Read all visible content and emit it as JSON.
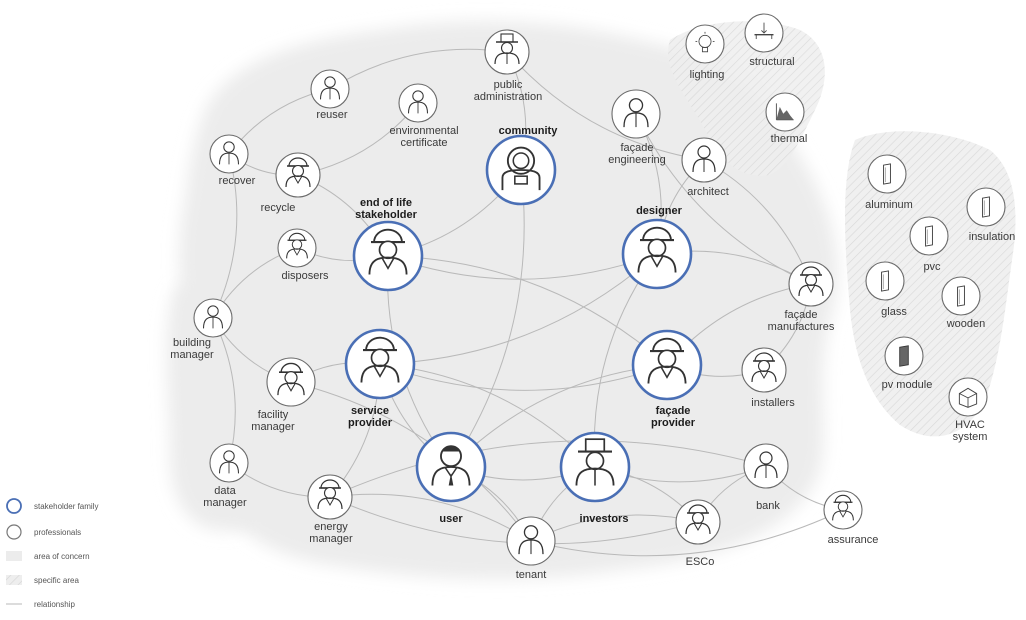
{
  "colors": {
    "family_ring": "#4a6fb5",
    "professional_ring": "#6b6b6b",
    "concern_area": "#ececec",
    "relationship_line": "#b9b9b9",
    "text": "#3a3a3a"
  },
  "legend": {
    "stakeholder_family": "stakeholder family",
    "professionals": "professionals",
    "area_of_concern": "area of concern",
    "specific_area": "specific area",
    "relationship": "relationship"
  },
  "families": [
    {
      "id": "community",
      "lines": [
        "community"
      ],
      "icon": "astronaut-person-icon"
    },
    {
      "id": "end-of-life",
      "lines": [
        "end of life",
        "stakeholder"
      ],
      "icon": "worker-with-hardhat-icon"
    },
    {
      "id": "designer",
      "lines": [
        "designer"
      ],
      "icon": "engineer-with-hardhat-icon"
    },
    {
      "id": "service-provider",
      "lines": [
        "service",
        "provider"
      ],
      "icon": "technician-icon"
    },
    {
      "id": "facade-provider",
      "lines": [
        "façade",
        "provider"
      ],
      "icon": "builder-icon"
    },
    {
      "id": "user",
      "lines": [
        "user"
      ],
      "icon": "businessman-icon"
    },
    {
      "id": "investors",
      "lines": [
        "investors"
      ],
      "icon": "investor-with-hat-icon"
    }
  ],
  "professionals": [
    {
      "id": "public-administration",
      "lines": [
        "public",
        "administration"
      ],
      "icon": "official-icon"
    },
    {
      "id": "reuser",
      "lines": [
        "reuser"
      ],
      "icon": "woman-icon"
    },
    {
      "id": "environmental-certificate",
      "lines": [
        "environmental",
        "certificate"
      ],
      "icon": "inspector-icon"
    },
    {
      "id": "recover",
      "lines": [
        "recover"
      ],
      "icon": "chef-icon"
    },
    {
      "id": "recycle",
      "lines": [
        "recycle"
      ],
      "icon": "bearded-worker-icon"
    },
    {
      "id": "disposers",
      "lines": [
        "disposers"
      ],
      "icon": "worker-icon"
    },
    {
      "id": "facade-engineering",
      "lines": [
        "façade",
        "engineering"
      ],
      "icon": "woman-engineer-icon"
    },
    {
      "id": "architect",
      "lines": [
        "architect"
      ],
      "icon": "architect-icon"
    },
    {
      "id": "building-manager",
      "lines": [
        "building",
        "manager"
      ],
      "icon": "manager-icon"
    },
    {
      "id": "facility-manager",
      "lines": [
        "facility",
        "manager"
      ],
      "icon": "facility-worker-icon"
    },
    {
      "id": "data-manager",
      "lines": [
        "data",
        "manager"
      ],
      "icon": "data-worker-icon"
    },
    {
      "id": "energy-manager",
      "lines": [
        "energy",
        "manager"
      ],
      "icon": "energy-worker-icon"
    },
    {
      "id": "tenant",
      "lines": [
        "tenant"
      ],
      "icon": "tenant-icon"
    },
    {
      "id": "esco",
      "lines": [
        "ESCo"
      ],
      "icon": "esco-worker-icon"
    },
    {
      "id": "bank",
      "lines": [
        "bank"
      ],
      "icon": "banker-icon"
    },
    {
      "id": "assurance",
      "lines": [
        "assurance"
      ],
      "icon": "assurance-agent-icon"
    },
    {
      "id": "installers",
      "lines": [
        "installers"
      ],
      "icon": "installer-icon"
    },
    {
      "id": "facade-manufactures",
      "lines": [
        "façade",
        "manufactures"
      ],
      "icon": "manufacturer-icon"
    }
  ],
  "specific_items": [
    {
      "id": "lighting",
      "lines": [
        "lighting"
      ],
      "icon": "light-bulb-icon"
    },
    {
      "id": "structural",
      "lines": [
        "structural"
      ],
      "icon": "beam-load-icon"
    },
    {
      "id": "thermal",
      "lines": [
        "thermal"
      ],
      "icon": "thermal-chart-icon"
    },
    {
      "id": "aluminum",
      "lines": [
        "aluminum"
      ],
      "icon": "aluminum-profile-icon"
    },
    {
      "id": "insulation",
      "lines": [
        "insulation"
      ],
      "icon": "insulation-panel-icon"
    },
    {
      "id": "pvc",
      "lines": [
        "pvc"
      ],
      "icon": "pvc-window-icon"
    },
    {
      "id": "glass",
      "lines": [
        "glass"
      ],
      "icon": "glass-pane-icon"
    },
    {
      "id": "wooden",
      "lines": [
        "wooden"
      ],
      "icon": "wooden-frame-icon"
    },
    {
      "id": "pv-module",
      "lines": [
        "pv module"
      ],
      "icon": "solar-panel-icon"
    },
    {
      "id": "hvac",
      "lines": [
        "HVAC",
        "system"
      ],
      "icon": "hvac-unit-icon"
    }
  ],
  "relationships": [
    [
      "community",
      "user"
    ],
    [
      "community",
      "public-administration"
    ],
    [
      "community",
      "end-of-life"
    ],
    [
      "end-of-life",
      "recycle"
    ],
    [
      "end-of-life",
      "disposers"
    ],
    [
      "end-of-life",
      "designer"
    ],
    [
      "end-of-life",
      "facade-provider"
    ],
    [
      "end-of-life",
      "user"
    ],
    [
      "designer",
      "architect"
    ],
    [
      "designer",
      "facade-engineering"
    ],
    [
      "designer",
      "service-provider"
    ],
    [
      "designer",
      "investors"
    ],
    [
      "designer",
      "facade-manufactures"
    ],
    [
      "service-provider",
      "facility-manager"
    ],
    [
      "service-provider",
      "energy-manager"
    ],
    [
      "service-provider",
      "facade-provider"
    ],
    [
      "service-provider",
      "investors"
    ],
    [
      "facade-provider",
      "installers"
    ],
    [
      "facade-provider",
      "facade-manufactures"
    ],
    [
      "facade-provider",
      "user"
    ],
    [
      "user",
      "tenant"
    ],
    [
      "user",
      "investors"
    ],
    [
      "user",
      "service-provider"
    ],
    [
      "investors",
      "bank"
    ],
    [
      "investors",
      "esco"
    ],
    [
      "investors",
      "tenant"
    ],
    [
      "recover",
      "reuser"
    ],
    [
      "recover",
      "recycle"
    ],
    [
      "reuser",
      "public-administration"
    ],
    [
      "public-administration",
      "architect"
    ],
    [
      "environmental-certificate",
      "recycle"
    ],
    [
      "building-manager",
      "facility-manager"
    ],
    [
      "building-manager",
      "data-manager"
    ],
    [
      "data-manager",
      "energy-manager"
    ],
    [
      "energy-manager",
      "tenant"
    ],
    [
      "energy-manager",
      "esco"
    ],
    [
      "esco",
      "bank"
    ],
    [
      "bank",
      "assurance"
    ],
    [
      "tenant",
      "esco"
    ],
    [
      "installers",
      "facade-manufactures"
    ],
    [
      "architect",
      "facade-manufactures"
    ],
    [
      "facade-engineering",
      "facade-manufactures"
    ],
    [
      "recover",
      "building-manager"
    ],
    [
      "disposers",
      "building-manager"
    ],
    [
      "energy-manager",
      "bank"
    ],
    [
      "tenant",
      "assurance"
    ],
    [
      "facility-manager",
      "tenant"
    ]
  ]
}
